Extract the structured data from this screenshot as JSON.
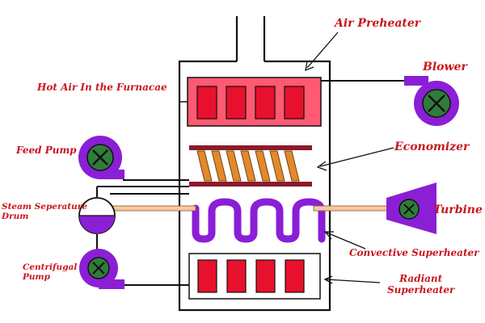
{
  "labels": {
    "air_preheater": "Air Preheater",
    "blower": "Blower",
    "hot_air": "Hot Air In the Furnacae",
    "feed_pump": "Feed Pump",
    "economizer": "Economizer",
    "steam_drum_line1": "Steam Seperature",
    "steam_drum_line2": "Drum",
    "turbine": "Turbine",
    "centrifugal_line1": "Centrifugal",
    "centrifugal_line2": "Pump",
    "convective_superheater": "Convective Superheater",
    "radiant_line1": "Radiant",
    "radiant_line2": "Superheater"
  },
  "colors": {
    "label_red": "#c8161d",
    "outline": "#111111",
    "purple": "#8a1fd6",
    "pump_green": "#2f7d3a",
    "brick_red": "#e8112d",
    "preheater_fill": "#ff5a72",
    "coil_orange": "#e08a2c",
    "header_maroon": "#8b1a2b",
    "pipe_tan": "#f4c8a0"
  },
  "icons": [
    "blower-icon",
    "feed-pump-icon",
    "centrifugal-pump-icon",
    "turbine-icon",
    "steam-drum-icon"
  ]
}
